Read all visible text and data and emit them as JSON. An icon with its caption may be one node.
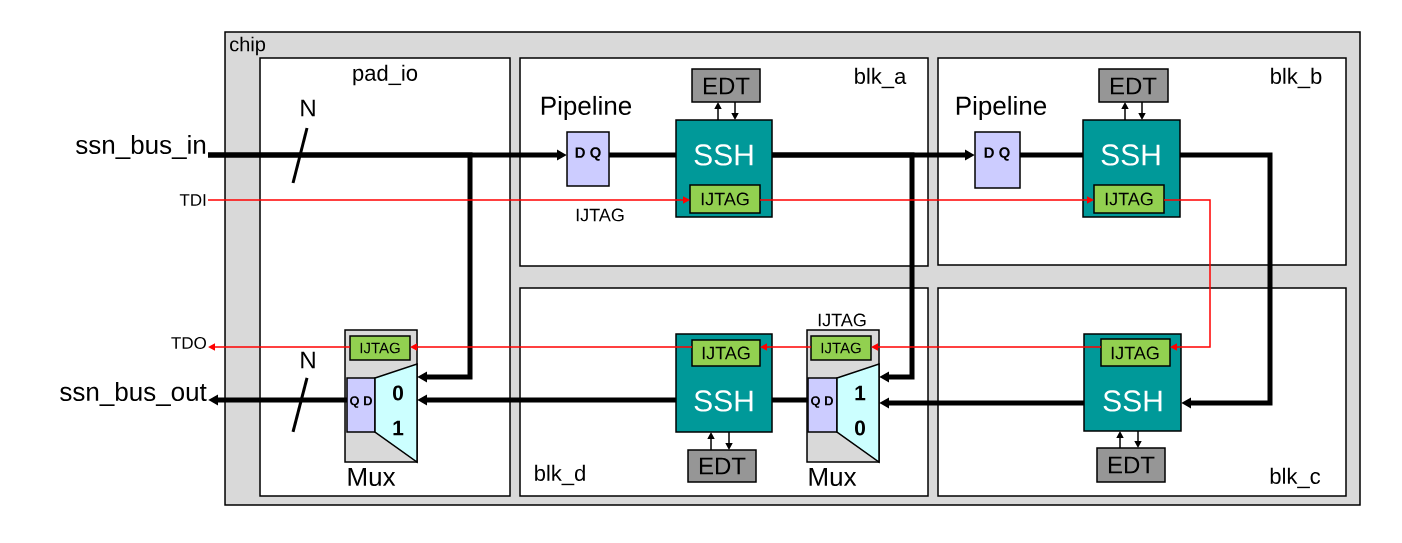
{
  "diagram": {
    "nodes": [
      {
        "text": [
          "chip"
        ]
      },
      {
        "text": [
          "pad_io"
        ],
        "in": 0
      },
      {
        "text": [
          "blk_a"
        ],
        "in": 0
      },
      {
        "text": [
          "blk_b"
        ],
        "in": 0
      },
      {
        "text": [
          "blk_d"
        ],
        "in": 0
      },
      {
        "text": [
          "blk_c"
        ],
        "in": 0
      },
      {
        "text": [
          "ssn_bus_in"
        ]
      },
      {
        "text": [
          "TDI"
        ]
      },
      {
        "text": [
          "TDO"
        ]
      },
      {
        "text": [
          "ssn_bus_out"
        ]
      },
      {
        "text": [
          "Mux"
        ],
        "in": 1
      },
      {
        "text": [
          "IJTAG"
        ],
        "in": 10
      },
      {
        "text": [
          "Q D"
        ],
        "in": 10
      },
      {
        "text": [
          "0",
          "1"
        ],
        "in": 10
      },
      {
        "text": [
          "Pipeline",
          "D Q"
        ],
        "in": 2
      },
      {
        "text": [
          "SSH"
        ],
        "in": 2
      },
      {
        "text": [
          "IJTAG"
        ],
        "in": 15
      },
      {
        "text": [
          "EDT"
        ],
        "in": 2
      },
      {
        "text": [
          "Pipeline",
          "D Q"
        ],
        "in": 3
      },
      {
        "text": [
          "SSH"
        ],
        "in": 3
      },
      {
        "text": [
          "IJTAG"
        ],
        "in": 19
      },
      {
        "text": [
          "EDT"
        ],
        "in": 3
      },
      {
        "text": [
          "SSH"
        ],
        "in": 5
      },
      {
        "text": [
          "IJTAG"
        ],
        "in": 22
      },
      {
        "text": [
          "EDT"
        ],
        "in": 5
      },
      {
        "text": [
          "SSH"
        ],
        "in": 4
      },
      {
        "text": [
          "IJTAG"
        ],
        "in": 25
      },
      {
        "text": [
          "EDT"
        ],
        "in": 4
      },
      {
        "text": [
          "Mux"
        ],
        "in": 4
      },
      {
        "text": [
          "IJTAG"
        ],
        "in": 28
      },
      {
        "text": [
          "Q D"
        ],
        "in": 28
      },
      {
        "text": [
          "1",
          "0"
        ],
        "in": 28
      }
    ],
    "edges": [
      {
        "from": 6,
        "to": 14,
        "arrow": "to",
        "style": "thick"
      },
      {
        "from": 6,
        "to": 13,
        "arrow": "to",
        "style": "thick"
      },
      {
        "from": 14,
        "to": 15,
        "arrow": "none",
        "style": "thick"
      },
      {
        "from": 15,
        "to": 18,
        "arrow": "to",
        "style": "thick"
      },
      {
        "from": 15,
        "to": 31,
        "arrow": "to",
        "style": "thick"
      },
      {
        "from": 18,
        "to": 19,
        "arrow": "none",
        "style": "thick"
      },
      {
        "from": 19,
        "to": 22,
        "arrow": "to",
        "style": "thick"
      },
      {
        "from": 22,
        "to": 31,
        "arrow": "to",
        "style": "thick"
      },
      {
        "from": 30,
        "to": 25,
        "arrow": "none",
        "style": "thick"
      },
      {
        "from": 25,
        "to": 13,
        "arrow": "to",
        "style": "thick"
      },
      {
        "from": 12,
        "to": 9,
        "arrow": "to",
        "style": "thick"
      },
      {
        "from": 15,
        "to": 17,
        "arrow": "to"
      },
      {
        "from": 17,
        "to": 15,
        "arrow": "to"
      },
      {
        "from": 19,
        "to": 21,
        "arrow": "to"
      },
      {
        "from": 21,
        "to": 19,
        "arrow": "to"
      },
      {
        "from": 24,
        "to": 22,
        "arrow": "to"
      },
      {
        "from": 22,
        "to": 24,
        "arrow": "to"
      },
      {
        "from": 27,
        "to": 25,
        "arrow": "to"
      },
      {
        "from": 25,
        "to": 27,
        "arrow": "to"
      },
      {
        "from": 7,
        "to": 16,
        "arrow": "to",
        "color": "#ff0000"
      },
      {
        "from": 16,
        "to": 20,
        "arrow": "to",
        "color": "#ff0000"
      },
      {
        "from": 20,
        "to": 23,
        "arrow": "to",
        "color": "#ff0000"
      },
      {
        "from": 23,
        "to": 29,
        "arrow": "to",
        "color": "#ff0000"
      },
      {
        "from": 29,
        "to": 26,
        "arrow": "to",
        "color": "#ff0000"
      },
      {
        "from": 26,
        "to": 11,
        "arrow": "to",
        "color": "#ff0000"
      },
      {
        "from": 11,
        "to": 8,
        "arrow": "to",
        "color": "#ff0000"
      }
    ],
    "labels": [
      "N",
      "IJTAG",
      "IJTAG",
      "N"
    ]
  }
}
